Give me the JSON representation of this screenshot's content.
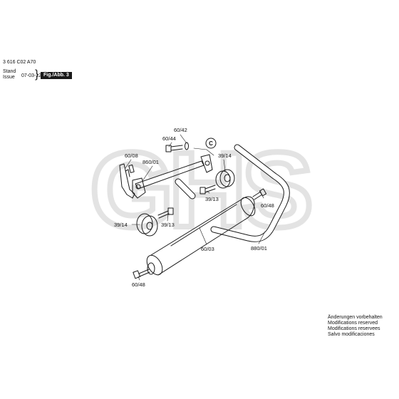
{
  "header": {
    "doc_number": "3 616 C02 A70",
    "stand": "Stand",
    "issue": "Issue",
    "date": "07-03-12",
    "fig_label": "Fig./Abb. 3"
  },
  "watermark": "GHS",
  "callout_c": "C",
  "labels": {
    "l_60_42": "60/42",
    "l_60_44": "60/44",
    "l_60_08": "60/08",
    "l_860_01": "860/01",
    "l_39_14_top": "39/14",
    "l_39_13_top": "39/13",
    "l_60_48_right": "60/48",
    "l_39_14_left": "39/14",
    "l_39_13_left": "39/13",
    "l_60_03": "60/03",
    "l_880_01": "880/01",
    "l_60_48_bottom": "60/48"
  },
  "notes": [
    "Änderungen vorbehalten",
    "Modifications reserved",
    "Modifications reservees",
    "Salvo modificaciones"
  ],
  "colors": {
    "line": "#1a1a1a",
    "badge": "#1a1a1a",
    "watermark": "#e8e8e8"
  }
}
